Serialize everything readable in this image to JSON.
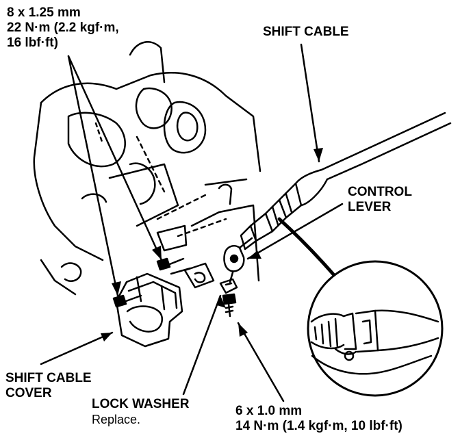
{
  "labels": {
    "bolt_top": {
      "spec": "8 x 1.25 mm",
      "torque_line1": "22 N·m (2.2 kgf·m,",
      "torque_line2": "16 lbf·ft)"
    },
    "shift_cable": "SHIFT CABLE",
    "control_lever": {
      "line1": "CONTROL",
      "line2": "LEVER"
    },
    "shift_cable_cover": {
      "line1": "SHIFT CABLE",
      "line2": "COVER"
    },
    "lock_washer": {
      "title": "LOCK WASHER",
      "note": "Replace."
    },
    "bolt_bottom": {
      "spec": "6 x 1.0 mm",
      "torque": "14 N·m (1.4 kgf·m, 10 lbf·ft)"
    }
  },
  "colors": {
    "ink": "#000000",
    "paper": "#ffffff"
  }
}
